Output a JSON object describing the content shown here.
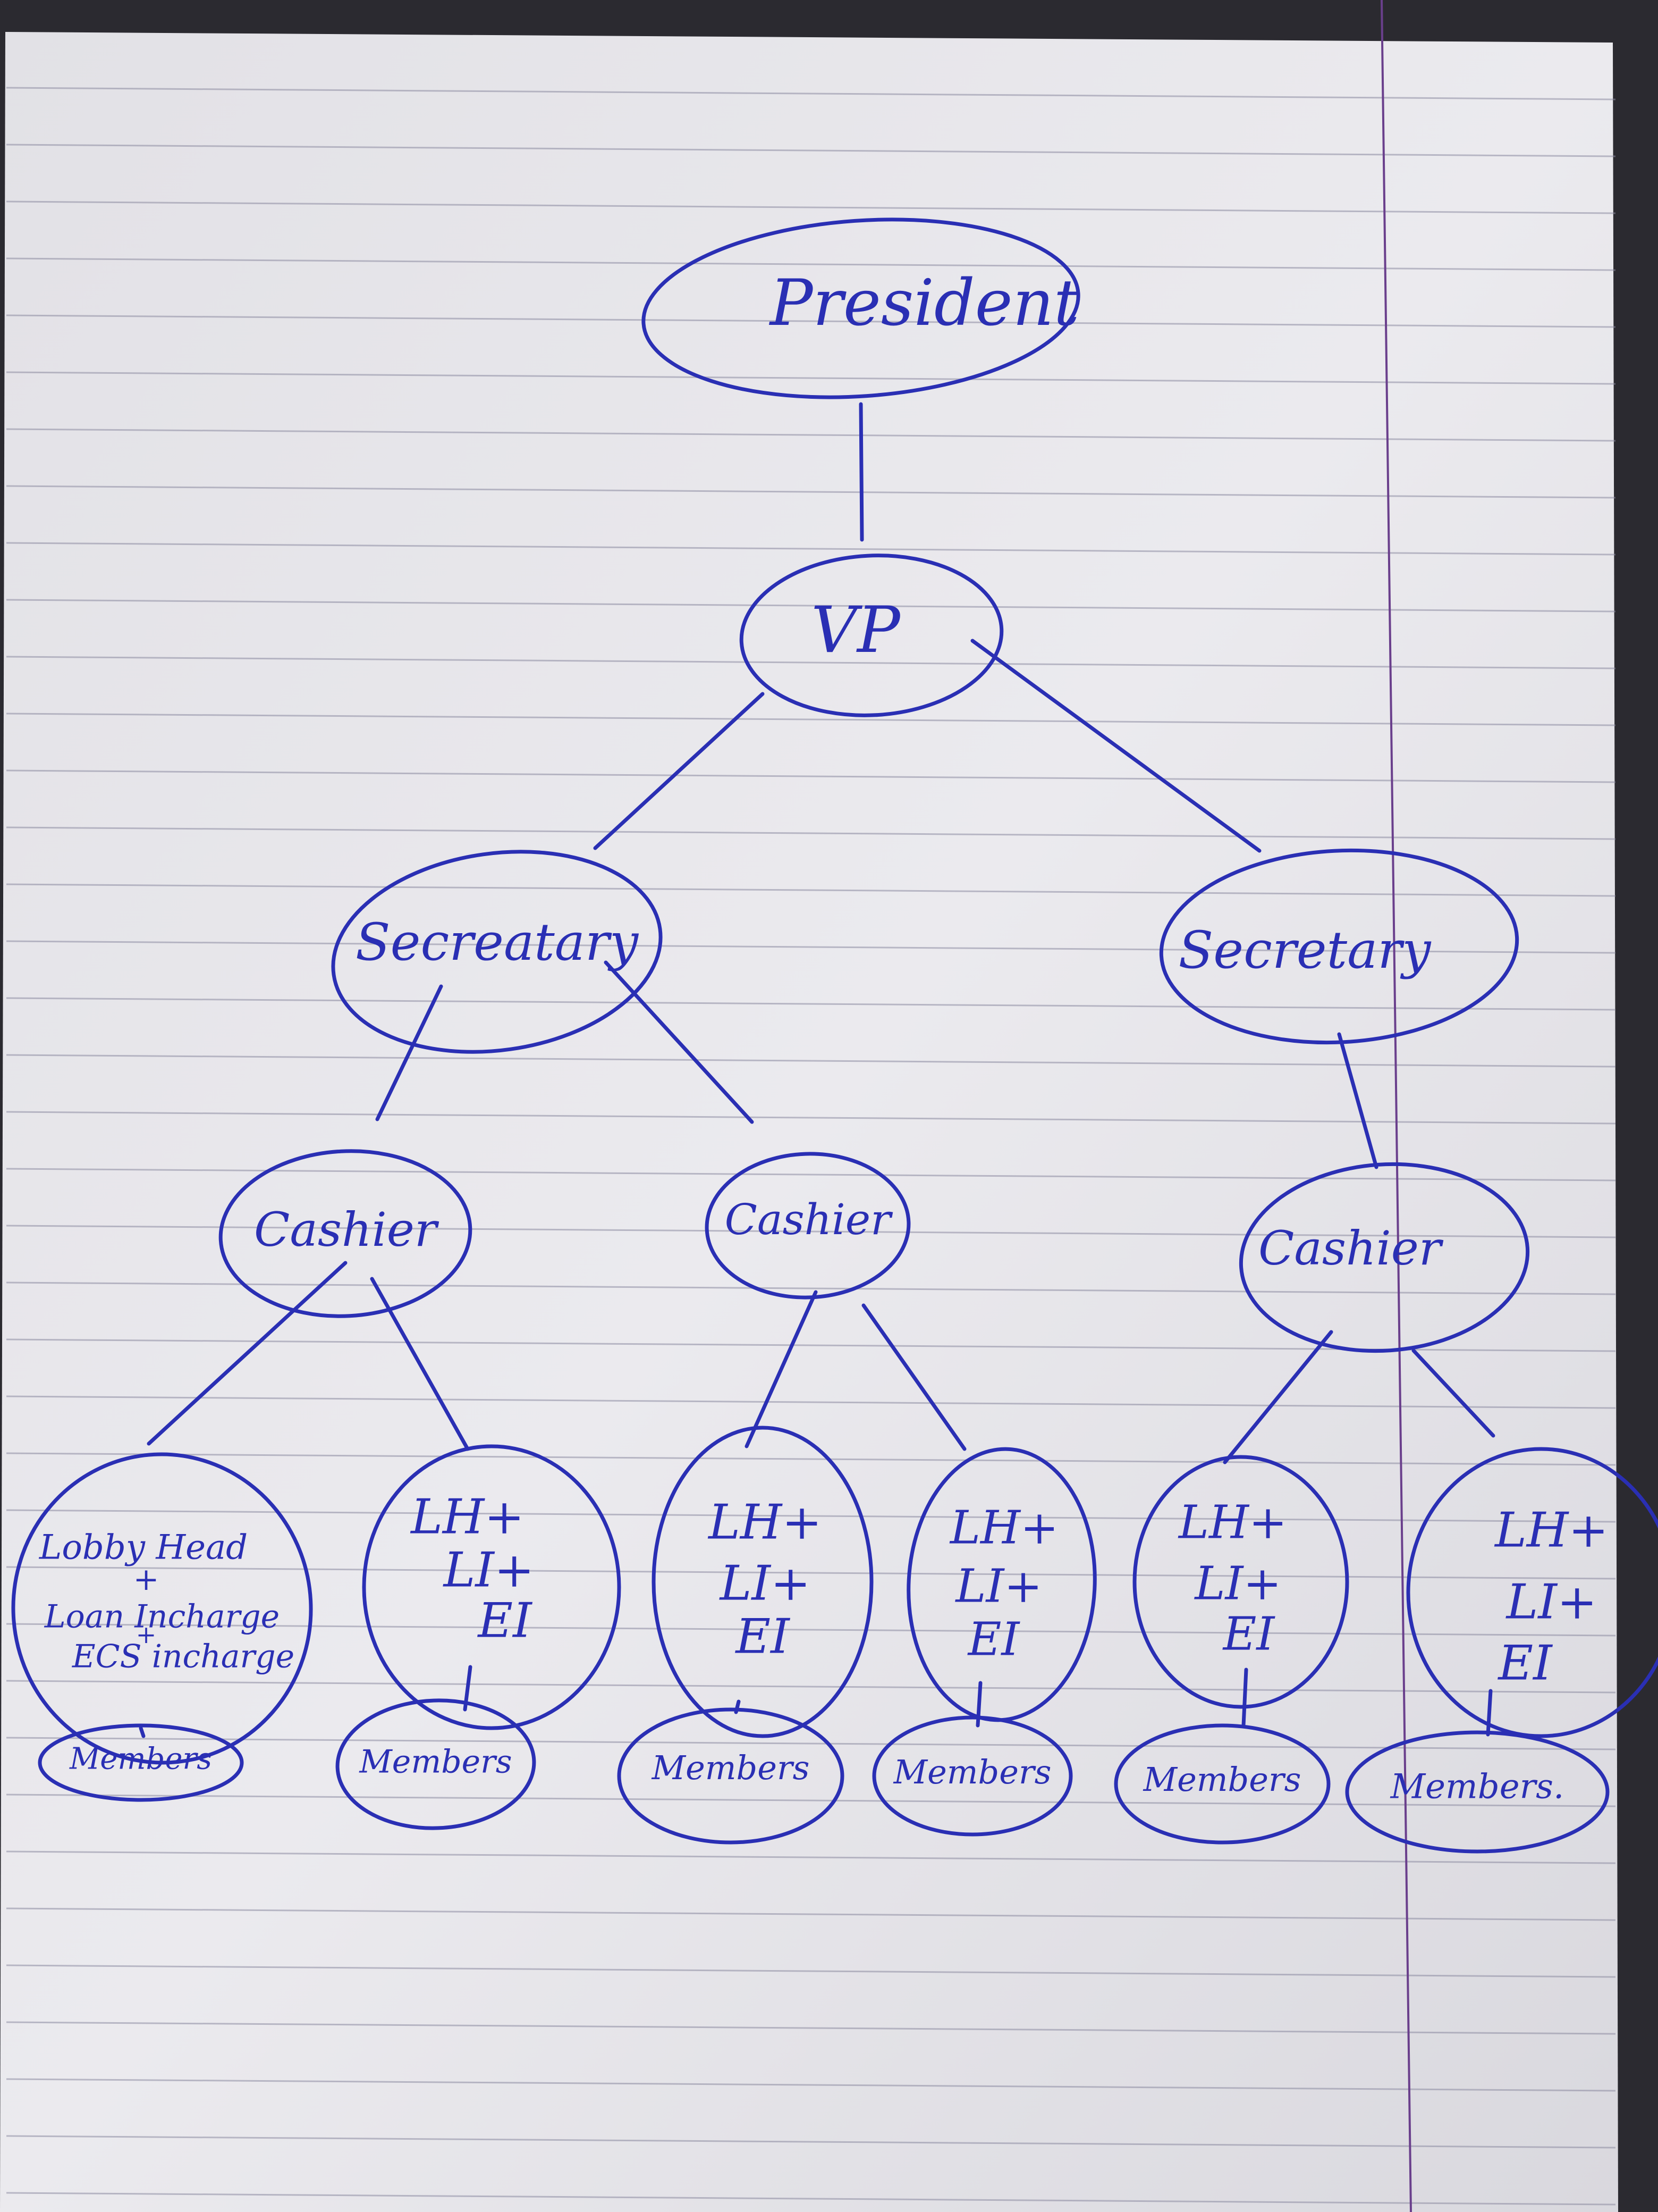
{
  "diagram": {
    "nodes": {
      "president": "President",
      "vp": "VP",
      "secretary_1": "Secreatary",
      "secretary_2": "Secretary",
      "cashier_1": "Cashier",
      "cashier_2": "Cashier",
      "cashier_3": "Cashier",
      "lead_1": [
        "Lobby Head",
        "+",
        "Loan Incharge",
        "+",
        "ECS incharge"
      ],
      "lead_2": [
        "LH+",
        "LI+",
        "EI"
      ],
      "lead_3": [
        "LH+",
        "LI+",
        "EI"
      ],
      "lead_4": [
        "LH+",
        "LI+",
        "EI"
      ],
      "lead_5": [
        "LH+",
        "LI+",
        "EI"
      ],
      "lead_6": [
        "LH+",
        "LI+",
        "EI"
      ],
      "members_1": "Members",
      "members_2": "Members",
      "members_3": "Members",
      "members_4": "Members",
      "members_5": "Members",
      "members_6": "Members."
    },
    "edges": [
      [
        "president",
        "vp"
      ],
      [
        "vp",
        "secretary_1"
      ],
      [
        "vp",
        "secretary_2"
      ],
      [
        "secretary_1",
        "cashier_1"
      ],
      [
        "secretary_1",
        "cashier_2"
      ],
      [
        "secretary_2",
        "cashier_3"
      ],
      [
        "cashier_1",
        "lead_1"
      ],
      [
        "cashier_1",
        "lead_2"
      ],
      [
        "cashier_2",
        "lead_3"
      ],
      [
        "cashier_2",
        "lead_4"
      ],
      [
        "cashier_3",
        "lead_5"
      ],
      [
        "cashier_3",
        "lead_6"
      ],
      [
        "lead_1",
        "members_1"
      ],
      [
        "lead_2",
        "members_2"
      ],
      [
        "lead_3",
        "members_3"
      ],
      [
        "lead_4",
        "members_4"
      ],
      [
        "lead_5",
        "members_5"
      ],
      [
        "lead_6",
        "members_6"
      ]
    ],
    "colors": {
      "ink": "#2a2fb4",
      "paper": "#e7e6ea",
      "rule_line": "#8d8ca2",
      "margin_line": "#6a3f8c"
    }
  }
}
